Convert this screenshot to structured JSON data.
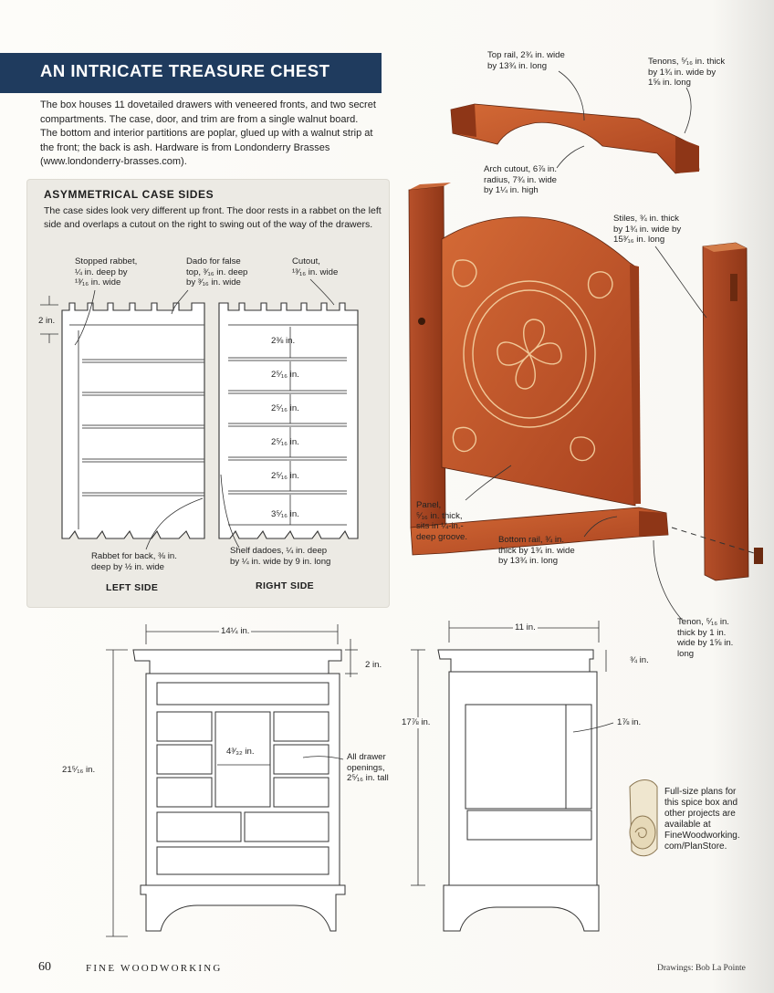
{
  "article": {
    "title": "AN INTRICATE TREASURE CHEST",
    "intro": "The box houses 11 dovetailed drawers with veneered fronts, and two secret compartments. The case, door, and trim are from a single walnut board. The bottom and interior partitions are poplar, glued up with a walnut strip at the front; the back is ash. Hardware is from Londonderry Brasses (www.londonderry-brasses.com)."
  },
  "sidebar": {
    "title": "ASYMMETRICAL CASE SIDES",
    "text": "The case sides look very different up front. The door rests in a rabbet on the left side and overlaps a cutout on the right to swing out of the way of the drawers.",
    "labels": {
      "stopped_rabbet": [
        "Stopped rabbet,",
        "¼ in. deep by",
        "¹³⁄₁₆ in. wide"
      ],
      "dado": [
        "Dado for false",
        "top, ³⁄₁₆ in. deep",
        "by ³⁄₁₆ in. wide"
      ],
      "cutout": [
        "Cutout,",
        "¹³⁄₁₆ in. wide"
      ],
      "two_in": "2 in.",
      "rabbet_back": [
        "Rabbet for back, ⅜ in.",
        "deep by ½ in. wide"
      ],
      "shelf_dadoes": [
        "Shelf dadoes, ¼ in. deep",
        "by ¼ in. wide by 9 in. long"
      ],
      "spacings": [
        "2⅜ in.",
        "2⁵⁄₁₆ in.",
        "2⁵⁄₁₆ in.",
        "2⁵⁄₁₆ in.",
        "2⁵⁄₁₆ in.",
        "3⁵⁄₁₆ in."
      ],
      "left_side": "LEFT SIDE",
      "right_side": "RIGHT SIDE"
    }
  },
  "door_callouts": {
    "top_rail": [
      "Top rail, 2¾ in. wide",
      "by 13¾ in. long"
    ],
    "tenons": [
      "Tenons, ⁵⁄₁₆ in. thick",
      "by 1¾ in. wide by",
      "1⅝ in. long"
    ],
    "arch": [
      "Arch cutout, 6⅞ in.",
      "radius, 7¾ in. wide",
      "by 1¼ in. high"
    ],
    "stiles": [
      "Stiles, ¾ in. thick",
      "by 1¾ in. wide by",
      "15³⁄₁₆ in. long"
    ],
    "panel": [
      "Panel,",
      "⁵⁄₁₆ in. thick,",
      "sits in ¼-in.-",
      "deep groove."
    ],
    "bottom_rail": [
      "Bottom rail, ¾ in.",
      "thick by 1¾ in. wide",
      "by 13¾ in. long"
    ],
    "tenon": [
      "Tenon, ⁵⁄₁₆ in.",
      "thick by 1 in.",
      "wide by 1⅝ in.",
      "long"
    ]
  },
  "elevations": {
    "width": "14¼ in.",
    "depth": "11 in.",
    "top_two": "2 in.",
    "three_quarter": "¾ in.",
    "height_total": "21⁵⁄₁₆ in.",
    "height_side": "17⅞ in.",
    "drawer_width": "4³⁄₃₂ in.",
    "drawer_openings": [
      "All drawer",
      "openings,",
      "2⁵⁄₁₆ in. tall"
    ],
    "inset": "1⅞ in."
  },
  "promo": {
    "text": [
      "Full-size plans for",
      "this spice box and",
      "other projects are",
      "available at",
      "FineWoodworking.",
      "com/PlanStore."
    ]
  },
  "footer": {
    "page_number": "60",
    "magazine": "FINE WOODWORKING",
    "credit": "Drawings: Bob La Pointe"
  },
  "colors": {
    "banner": "#1f3b5e",
    "wood": "#b9502a",
    "wood_light": "#d2743f",
    "sidebar_bg": "#eceae4"
  }
}
